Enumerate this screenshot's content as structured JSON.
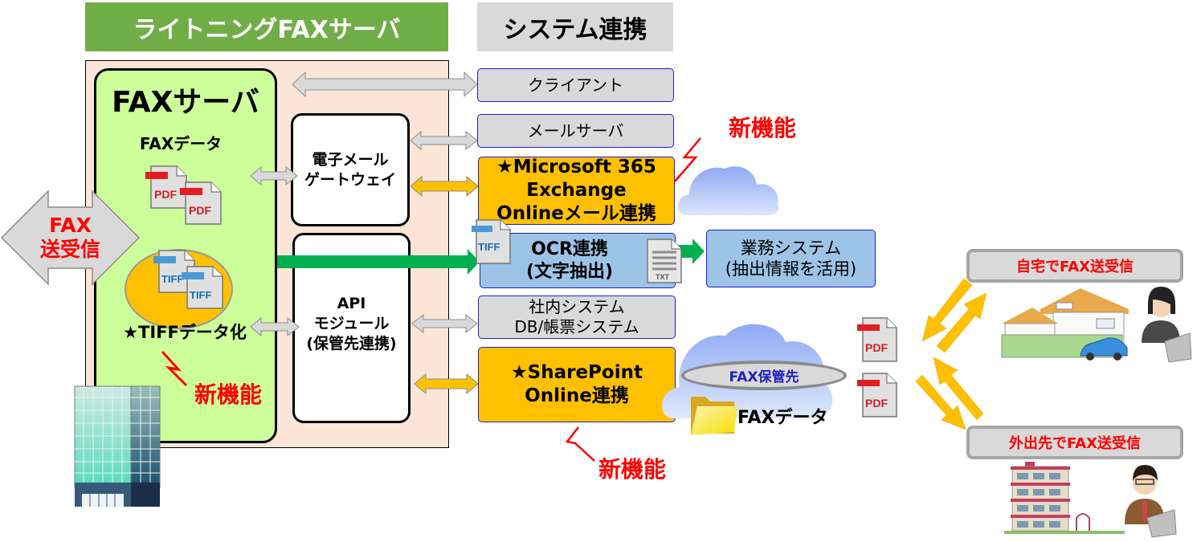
{
  "headers": {
    "left": "ライトニングFAXサーバ",
    "right": "システム連携"
  },
  "fax_server": {
    "title": "FAXサーバ",
    "fax_data_label": "FAXデータ",
    "pdf_icon_label": "PDF",
    "tiff_icon_label": "TIFF",
    "tiff_feature": "★TIFFデータ化"
  },
  "fax_io_arrow": {
    "line1": "FAX",
    "line2": "送受信"
  },
  "gateway": {
    "line1": "電子メール",
    "line2": "ゲートウェイ"
  },
  "api_module": {
    "line1": "API",
    "line2": "モジュール",
    "line3": "(保管先連携)"
  },
  "systems": {
    "client": "クライアント",
    "mail_server": "メールサーバ",
    "exchange": {
      "line1": "★Microsoft 365",
      "line2": "Exchange",
      "line3": "Onlineメール連携"
    },
    "ocr": {
      "line1": "OCR連携",
      "line2": "(文字抽出)",
      "tiff_icon_label": "TIFF",
      "txt_icon_label": "TXT"
    },
    "business": {
      "line1": "業務システム",
      "line2": "(抽出情報を活用)"
    },
    "internal": {
      "line1": "社内システム",
      "line2": "DB/帳票システム"
    },
    "sharepoint": {
      "line1": "★SharePoint",
      "line2": "Online連携"
    }
  },
  "new_feature_label": "新機能",
  "cloud_storage": {
    "title": "FAX保管先",
    "folder_label": "FAXデータ"
  },
  "remote": {
    "pdf_label": "PDF",
    "home": "自宅でFAX送受信",
    "outside": "外出先でFAX送受信"
  },
  "colors": {
    "header_green": "#70ad47",
    "header_gray": "#d9d9d9",
    "peach": "#fbe5d6",
    "server_green": "#ccff99",
    "orange": "#ffc000",
    "blue": "#9dc3e6",
    "accent_red": "#ff0000",
    "arrow_green": "#00b050"
  }
}
